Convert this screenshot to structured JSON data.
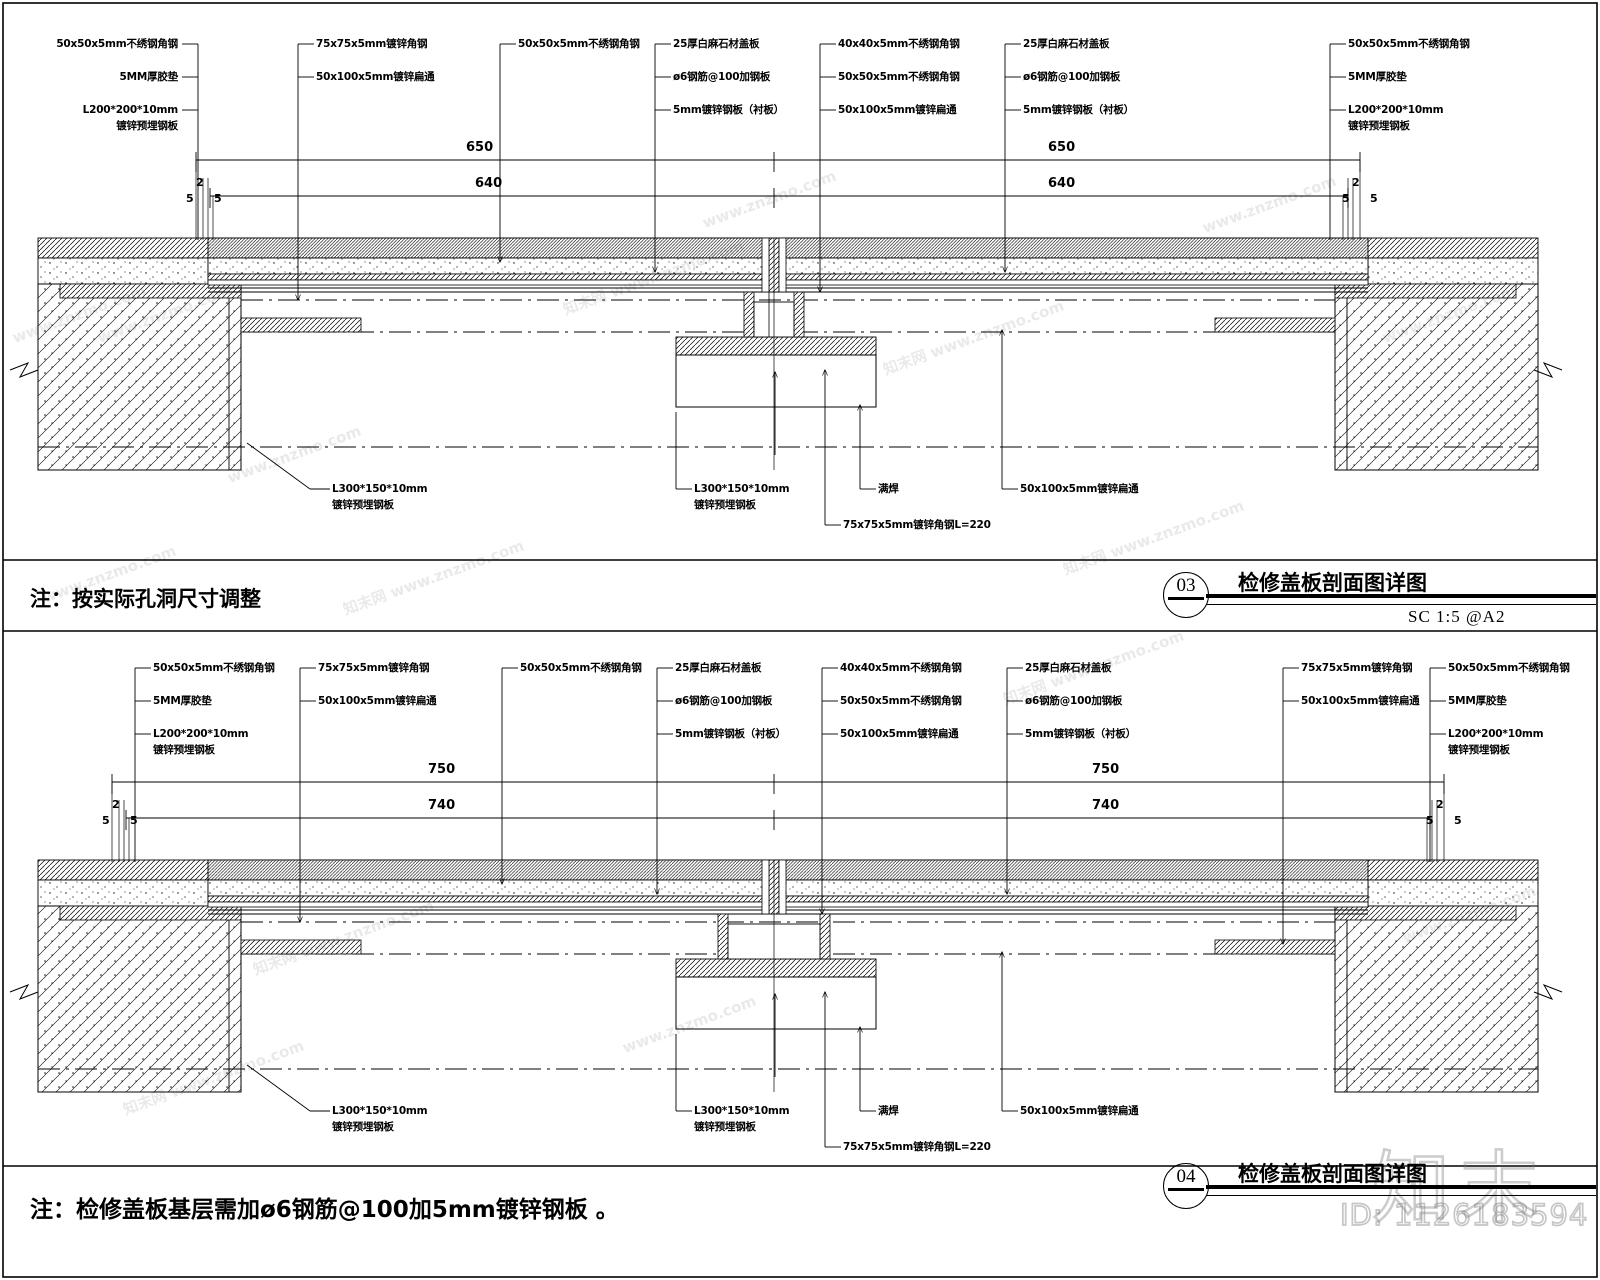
{
  "sheet": {
    "id_watermark": "ID: 1126183594",
    "watermark_text": "知末",
    "tile_watermarks": [
      "www.znzmo.com",
      "知末网 www.znzmo.com",
      "www.znzmo.com"
    ]
  },
  "details": [
    {
      "number": "03",
      "title": "检修盖板剖面图详图",
      "scale": "SC  1:5  @A2",
      "note": "注：按实际孔洞尺寸调整",
      "dimensions": {
        "outer_left": "650",
        "inner_left": "640",
        "outer_right": "650",
        "inner_right": "640",
        "edge_left_top": "2",
        "edge_left_a": "5",
        "edge_left_b": "5",
        "edge_right_top": "2",
        "edge_right_a": "5",
        "edge_right_b": "5"
      },
      "top_labels": [
        {
          "align": "right",
          "lines": [
            "50x50x5mm不绣钢角钢",
            "5MM厚胶垫",
            "L200*200*10mm",
            "镀锌预埋钢板"
          ]
        },
        {
          "align": "left",
          "lines": [
            "75x75x5mm镀锌角钢",
            "50x100x5mm镀锌扁通"
          ]
        },
        {
          "align": "left",
          "lines": [
            "50x50x5mm不绣钢角钢"
          ]
        },
        {
          "align": "left",
          "lines": [
            "25厚白麻石材盖板",
            "ø6钢筋@100加钢板",
            "5mm镀锌钢板（衬板）"
          ]
        },
        {
          "align": "left",
          "lines": [
            "40x40x5mm不绣钢角钢",
            "50x50x5mm不绣钢角钢",
            "50x100x5mm镀锌扁通"
          ]
        },
        {
          "align": "left",
          "lines": [
            "25厚白麻石材盖板",
            "ø6钢筋@100加钢板",
            "5mm镀锌钢板（衬板）"
          ]
        },
        {
          "align": "left",
          "lines": [
            "50x50x5mm不绣钢角钢",
            "5MM厚胶垫",
            "L200*200*10mm",
            "镀锌预埋钢板"
          ]
        }
      ],
      "bottom_labels": [
        {
          "lines": [
            "L300*150*10mm",
            "镀锌预埋钢板"
          ]
        },
        {
          "lines": [
            "L300*150*10mm",
            "镀锌预埋钢板"
          ]
        },
        {
          "lines": [
            "75x75x5mm镀锌角钢L=220"
          ]
        },
        {
          "lines": [
            "满焊"
          ]
        },
        {
          "lines": [
            "50x100x5mm镀锌扁通"
          ]
        }
      ]
    },
    {
      "number": "04",
      "title": "检修盖板剖面图详图",
      "scale": "",
      "note": "注：检修盖板基层需加ø6钢筋@100加5mm镀锌钢板 。",
      "dimensions": {
        "outer_left": "750",
        "inner_left": "740",
        "outer_right": "750",
        "inner_right": "740",
        "edge_left_top": "2",
        "edge_left_a": "5",
        "edge_left_b": "5",
        "edge_right_top": "2",
        "edge_right_a": "5",
        "edge_right_b": "5"
      },
      "top_labels": [
        {
          "align": "left",
          "lines": [
            "50x50x5mm不绣钢角钢",
            "5MM厚胶垫",
            "L200*200*10mm",
            "镀锌预埋钢板"
          ]
        },
        {
          "align": "left",
          "lines": [
            "75x75x5mm镀锌角钢",
            "50x100x5mm镀锌扁通"
          ]
        },
        {
          "align": "left",
          "lines": [
            "50x50x5mm不绣钢角钢"
          ]
        },
        {
          "align": "left",
          "lines": [
            "25厚白麻石材盖板",
            "ø6钢筋@100加钢板",
            "5mm镀锌钢板（衬板）"
          ]
        },
        {
          "align": "left",
          "lines": [
            "40x40x5mm不绣钢角钢",
            "50x50x5mm不绣钢角钢",
            "50x100x5mm镀锌扁通"
          ]
        },
        {
          "align": "left",
          "lines": [
            "25厚白麻石材盖板",
            "ø6钢筋@100加钢板",
            "5mm镀锌钢板（衬板）"
          ]
        },
        {
          "align": "left",
          "lines": [
            "75x75x5mm镀锌角钢",
            "50x100x5mm镀锌扁通"
          ]
        },
        {
          "align": "left",
          "lines": [
            "50x50x5mm不绣钢角钢",
            "5MM厚胶垫",
            "L200*200*10mm",
            "镀锌预埋钢板"
          ]
        }
      ],
      "bottom_labels": [
        {
          "lines": [
            "L300*150*10mm",
            "镀锌预埋钢板"
          ]
        },
        {
          "lines": [
            "L300*150*10mm",
            "镀锌预埋钢板"
          ]
        },
        {
          "lines": [
            "75x75x5mm镀锌角钢L=220"
          ]
        },
        {
          "lines": [
            "满焊"
          ]
        },
        {
          "lines": [
            "50x100x5mm镀锌扁通"
          ]
        }
      ]
    }
  ]
}
